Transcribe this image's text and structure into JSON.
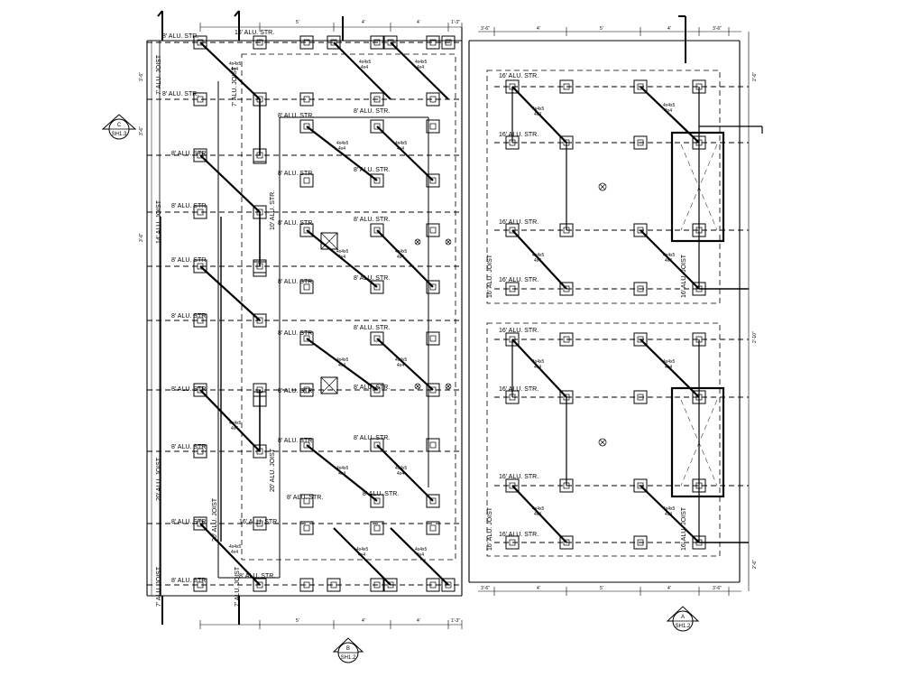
{
  "labels": {
    "str8": "8' ALU. STR.",
    "str16": "16' ALU. STR.",
    "str10": "10' ALU. STR.",
    "alu_str": "ALU. STR.",
    "joist7": "7' ALU. JOIST",
    "joist14": "14' ALU. JOIST",
    "joist20": "20' ALU. JOIST",
    "joist10": "10' ALU. JOIST",
    "joist16": "16' ALU. JOIST",
    "brace": "4x4x5",
    "brace_sub": "4x4"
  },
  "dims": {
    "d5": "5'",
    "d4": "4'",
    "d1_3": "1'-3\"",
    "d3_6": "3'-6\"",
    "d2_6": "2'-6\"",
    "d2_10": "2'-10\""
  },
  "markers": {
    "c": {
      "letter": "C",
      "sheet": "SH1.3"
    },
    "a": {
      "letter": "A",
      "sheet": "SH1.2"
    },
    "b": {
      "letter": "B",
      "sheet": "SH1.2"
    }
  }
}
